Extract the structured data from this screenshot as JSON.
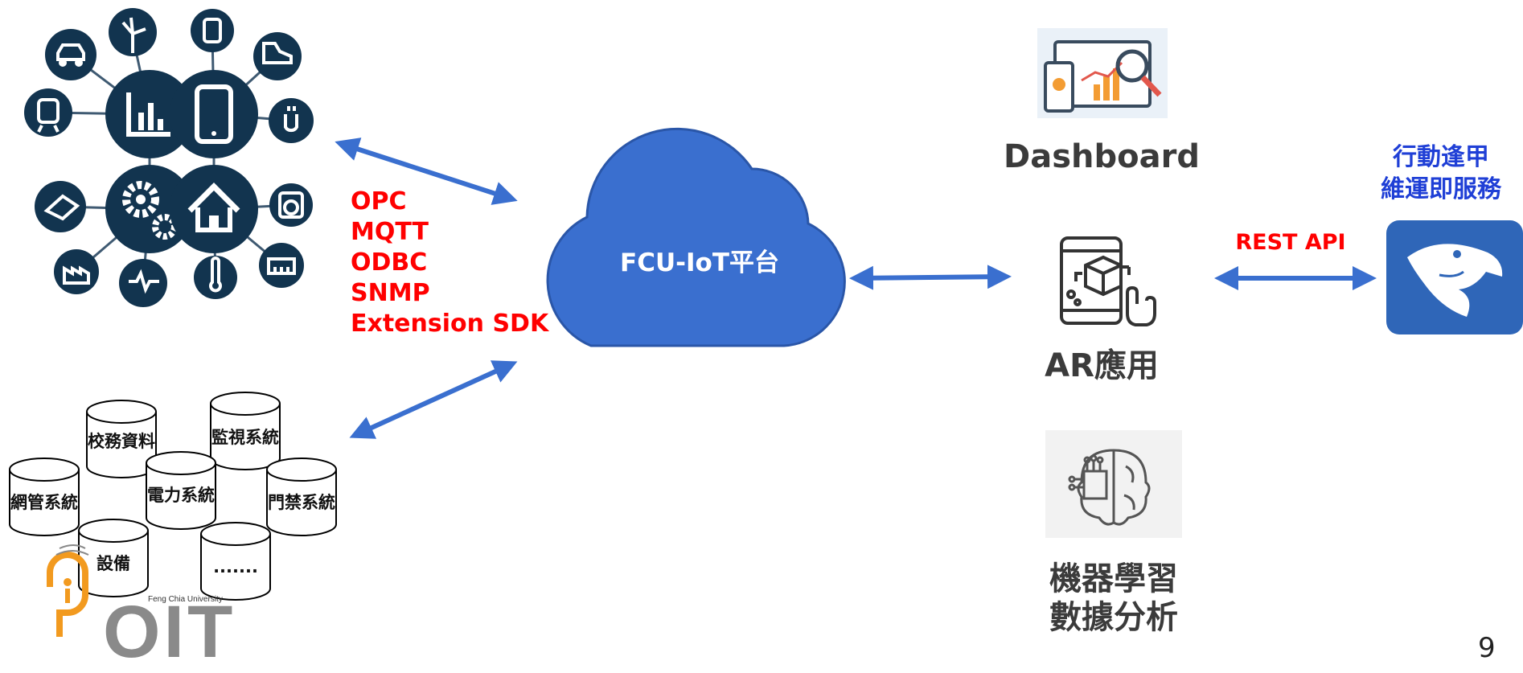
{
  "iot_devices": {
    "hubs": [
      "chart-icon",
      "smartphone-icon",
      "gears-icon",
      "home-icon"
    ],
    "leaves": [
      "car-icon",
      "wind-turbine-icon",
      "smartwatch-icon",
      "shoe-icon",
      "train-icon",
      "plug-icon",
      "hand-sensor-icon",
      "washer-icon",
      "factory-icon",
      "heartbeat-icon",
      "thermometer-icon",
      "building-icon"
    ]
  },
  "protocols": [
    "OPC",
    "MQTT",
    "ODBC",
    "SNMP",
    "Extension SDK"
  ],
  "databases": [
    "校務資料",
    "監視系統",
    "網管系統",
    "電力系統",
    "門禁系統",
    "設備",
    "......."
  ],
  "platform": {
    "label": "FCU-IoT平台"
  },
  "services": {
    "dashboard": "Dashboard",
    "ar": "AR應用",
    "ml_line1": "機器學習",
    "ml_line2": "數據分析"
  },
  "rest_api": "REST API",
  "mobile": {
    "line1": "行動逢甲",
    "line2": "維運即服務"
  },
  "logo": {
    "subtitle": "Feng Chia University",
    "text": "OIT"
  },
  "page_number": "9",
  "colors": {
    "arrow": "#3a6fcf",
    "cloud": "#3a6fcf",
    "hub": "#12344f",
    "red": "#ff0000",
    "blue_text": "#1f3fd6"
  }
}
